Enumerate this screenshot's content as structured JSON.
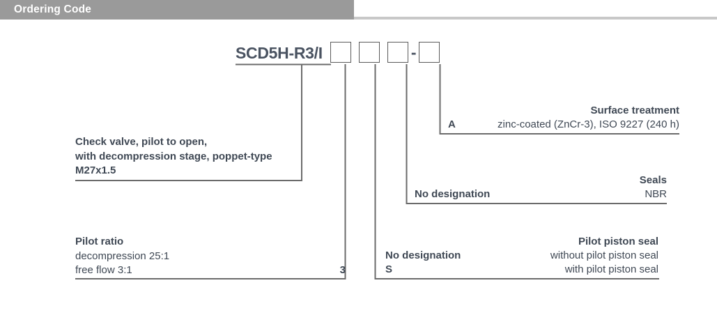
{
  "header": {
    "title": "Ordering Code"
  },
  "ordering_code": {
    "base": "SCD5H-R3/I",
    "dash": "-",
    "boxes": [
      "",
      "",
      "",
      ""
    ]
  },
  "blocks": {
    "product": {
      "lines": [
        "Check valve, pilot to open,",
        "with decompression stage, poppet-type",
        "M27x1.5"
      ]
    },
    "pilot_ratio": {
      "title": "Pilot ratio",
      "rows": [
        {
          "desc": "decompression 25:1",
          "code": ""
        },
        {
          "desc": "free flow 3:1",
          "code": "3"
        }
      ]
    },
    "pilot_piston_seal": {
      "title": "Pilot piston seal",
      "rows": [
        {
          "code": "No designation",
          "desc": "without pilot piston seal"
        },
        {
          "code": "S",
          "desc": "with pilot piston seal"
        }
      ]
    },
    "seals": {
      "title": "Seals",
      "rows": [
        {
          "code": "No designation",
          "desc": "NBR"
        }
      ]
    },
    "surface_treatment": {
      "title": "Surface treatment",
      "rows": [
        {
          "code": "A",
          "desc": "zinc-coated (ZnCr-3), ISO 9227 (240 h)"
        }
      ]
    }
  },
  "colors": {
    "header_bar": "#9a9a9a",
    "header_rule": "#c8c8c8",
    "text": "#3f4854",
    "line": "#6b6b6b"
  }
}
